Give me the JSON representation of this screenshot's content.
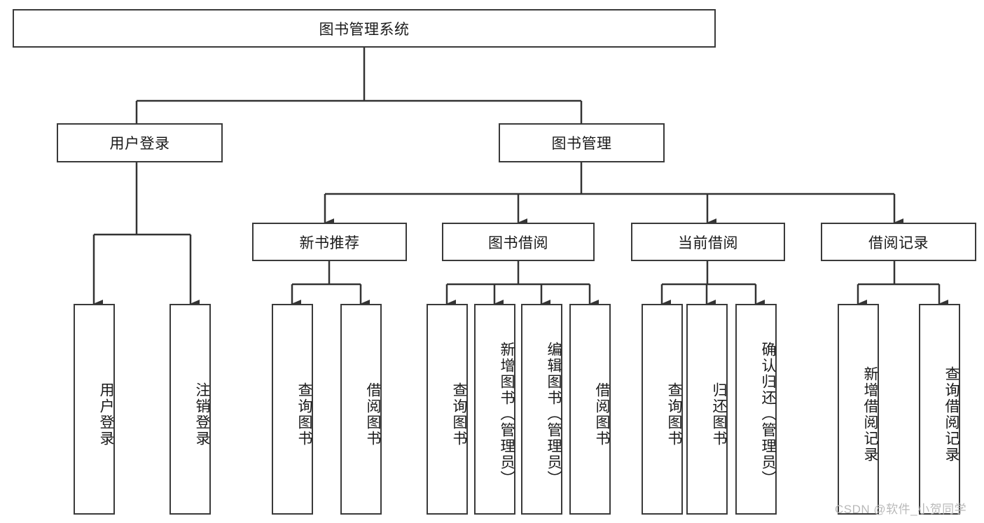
{
  "diagram": {
    "type": "hierarchy-tree",
    "title": "图书管理系统",
    "orientation": "top-down",
    "levels": 4,
    "colors": {
      "box_border": "#3a3a3a",
      "box_fill": "#ffffff",
      "connector": "#333333",
      "text": "#1a1a1a",
      "watermark": "#b9b9b9",
      "background": "#ffffff"
    }
  },
  "nodes": {
    "root": {
      "label": "图书管理系统",
      "level": 1
    },
    "level2": [
      {
        "id": "user-login",
        "label": "用户登录"
      },
      {
        "id": "book-management",
        "label": "图书管理"
      }
    ],
    "level3": [
      {
        "id": "new-book-recommend",
        "label": "新书推荐",
        "parent": "book-management"
      },
      {
        "id": "book-borrow",
        "label": "图书借阅",
        "parent": "book-management"
      },
      {
        "id": "current-borrow",
        "label": "当前借阅",
        "parent": "book-management"
      },
      {
        "id": "borrow-record",
        "label": "借阅记录",
        "parent": "book-management"
      }
    ],
    "leaves": {
      "user-login": [
        {
          "id": "leaf-user-login",
          "label": "用户登录"
        },
        {
          "id": "leaf-logout-login",
          "label": "注销登录"
        }
      ],
      "new-book-recommend": [
        {
          "id": "leaf-query-book-1",
          "label": "查询图书"
        },
        {
          "id": "leaf-borrow-book-1",
          "label": "借阅图书"
        }
      ],
      "book-borrow": [
        {
          "id": "leaf-query-book-2",
          "label": "查询图书"
        },
        {
          "id": "leaf-add-book",
          "label": "新增图书（管理员）"
        },
        {
          "id": "leaf-edit-book",
          "label": "编辑图书（管理员）"
        },
        {
          "id": "leaf-borrow-book-2",
          "label": "借阅图书"
        }
      ],
      "current-borrow": [
        {
          "id": "leaf-query-book-3",
          "label": "查询图书"
        },
        {
          "id": "leaf-return-book",
          "label": "归还图书"
        },
        {
          "id": "leaf-confirm-return",
          "label": "确认归还（管理员）"
        }
      ],
      "borrow-record": [
        {
          "id": "leaf-add-record",
          "label": "新增借阅记录"
        },
        {
          "id": "leaf-query-record",
          "label": "查询借阅记录"
        }
      ]
    }
  },
  "watermark": {
    "text": "CSDN @软件_小贺同学"
  }
}
